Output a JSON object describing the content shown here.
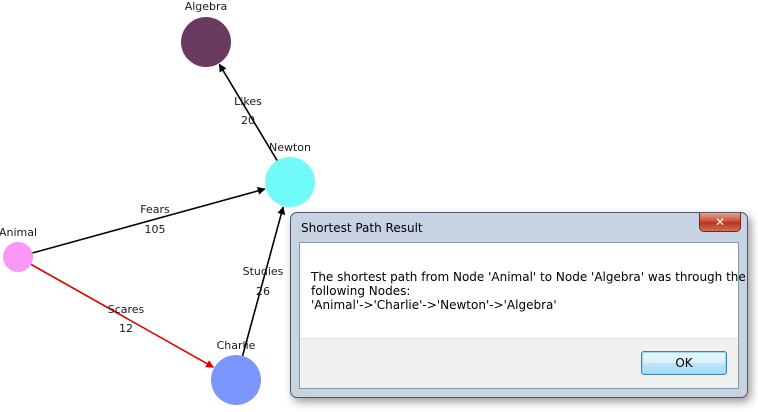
{
  "graph": {
    "nodes": [
      {
        "id": "algebra",
        "label": "Algebra",
        "color": "#6b3a60"
      },
      {
        "id": "newton",
        "label": "Newton",
        "color": "#70fafa"
      },
      {
        "id": "animal",
        "label": "Animal",
        "color": "#f998f4"
      },
      {
        "id": "charlie",
        "label": "Charlie",
        "color": "#7b96ff"
      }
    ],
    "edges": [
      {
        "from": "newton",
        "to": "algebra",
        "label": "Likes",
        "weight": "20",
        "color": "#000000"
      },
      {
        "from": "animal",
        "to": "newton",
        "label": "Fears",
        "weight": "105",
        "color": "#000000"
      },
      {
        "from": "charlie",
        "to": "newton",
        "label": "Studies",
        "weight": "26",
        "color": "#000000"
      },
      {
        "from": "animal",
        "to": "charlie",
        "label": "Scares",
        "weight": "12",
        "color": "#e00000"
      }
    ]
  },
  "dialog": {
    "title": "Shortest Path Result",
    "close_glyph": "✕",
    "message_lines": [
      "The shortest path from Node 'Animal' to Node 'Algebra' was through the",
      "following Nodes:",
      "'Animal'->'Charlie'->'Newton'->'Algebra'"
    ],
    "ok_label": "OK"
  }
}
